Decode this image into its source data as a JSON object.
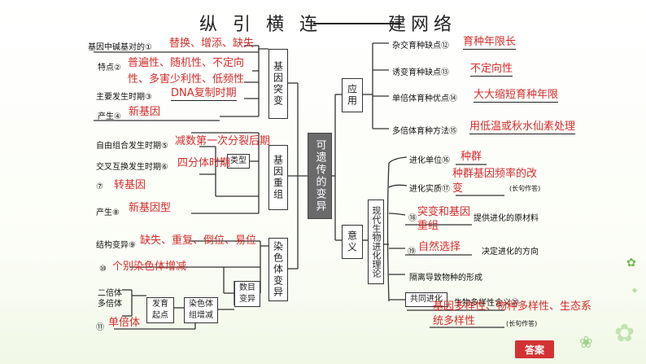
{
  "title": {
    "left": "纵 引 横 连",
    "right": "建网络"
  },
  "center": "可遗传的变异",
  "gene_mutation": {
    "box": "基因突变",
    "items": [
      {
        "label": "基因中碱基对的①",
        "answer": "替换、增添、缺失"
      },
      {
        "label": "特点②",
        "answer": "普遍性、随机性、不定向性、多害少利性、低频性"
      },
      {
        "label": "主要发生时期③",
        "answer": "DNA复制时期"
      },
      {
        "label": "产生④",
        "answer": "新基因"
      }
    ]
  },
  "recombination": {
    "box": "基因重组",
    "type_box": "类型",
    "items": [
      {
        "label": "自由组合发生时期⑤",
        "answer": "减数第一次分裂后期"
      },
      {
        "label": "交叉互换发生时期⑥",
        "answer": "四分体时期"
      },
      {
        "label": "⑦",
        "answer": "转基因"
      },
      {
        "label": "产生⑧",
        "answer": "新基因型"
      }
    ]
  },
  "chromosome": {
    "box": "染色体变异",
    "num_box": "数目变异",
    "group_box": "染色体组增减",
    "origin_box": "发育起点",
    "items": [
      {
        "label": "结构变异⑨",
        "answer": "缺失、重复、倒位、易位"
      },
      {
        "label": "⑩",
        "answer": "个别染色体增减"
      },
      {
        "label": "二倍体",
        "answer": ""
      },
      {
        "label": "多倍体",
        "answer": ""
      },
      {
        "label": "⑪",
        "answer": "单倍体"
      }
    ]
  },
  "application": {
    "box": "应用",
    "items": [
      {
        "label": "杂交育种缺点⑫",
        "answer": "育种年限长"
      },
      {
        "label": "诱变育种缺点⑬",
        "answer": "不定向性"
      },
      {
        "label": "单倍体育种优点⑭",
        "answer": "大大缩短育种年限"
      },
      {
        "label": "多倍体育种方法⑮",
        "answer": "用低温或秋水仙素处理"
      }
    ]
  },
  "significance": {
    "box": "意义",
    "theory_box": "现代生物进化理论",
    "coevolution_box": "共同进化",
    "items": [
      {
        "label": "进化单位⑯",
        "answer": "种群"
      },
      {
        "label": "进化实质⑰",
        "answer": "种群基因频率的改变",
        "note": "(长句作答)"
      },
      {
        "label": "⑱",
        "answer": "突变和基因重组",
        "suffix": "提供进化的原材料"
      },
      {
        "label": "⑲",
        "answer": "自然选择",
        "suffix": "决定进化的方向"
      },
      {
        "label": "隔离导致物种的形成",
        "answer": ""
      },
      {
        "label": "生物多样性含义⑳",
        "answer": "基因多样性、物种多样性、生态系统多样性",
        "note": "(长句作答)"
      }
    ]
  },
  "button": "答案"
}
